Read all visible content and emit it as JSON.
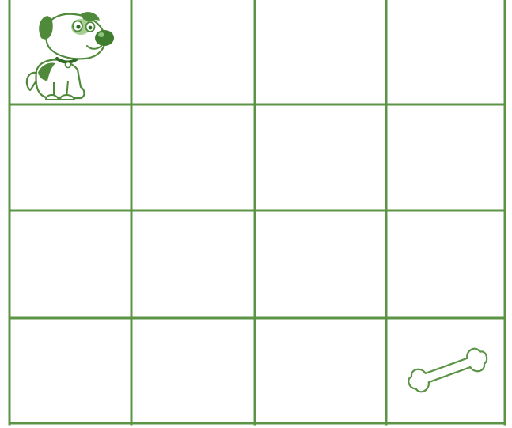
{
  "board": {
    "rows": 4,
    "cols": 4,
    "line_color": "#5b9444",
    "background": "#ffffff"
  },
  "pieces": [
    {
      "name": "dog",
      "icon": "dog-icon",
      "row": 0,
      "col": 0
    },
    {
      "name": "bone",
      "icon": "bone-icon",
      "row": 3,
      "col": 3
    }
  ]
}
